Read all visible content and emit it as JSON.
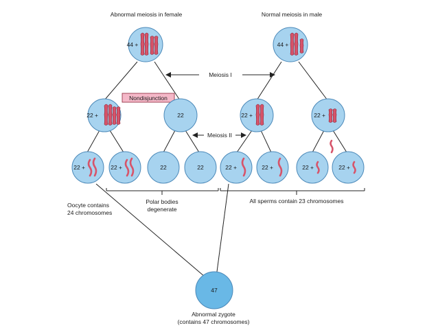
{
  "titles": {
    "female": "Abnormal meiosis in female",
    "male": "Normal meiosis in male"
  },
  "stage_labels": {
    "meiosis1": "Meiosis I",
    "meiosis2": "Meiosis II"
  },
  "nondisjunction": "Nondisjunction",
  "cells": {
    "female_top": "44 +",
    "female_mid_left": "22 +",
    "female_mid_right": "22",
    "female_gamete1": "22 +",
    "female_gamete2": "22 +",
    "female_gamete3": "22",
    "female_gamete4": "22",
    "male_top": "44 +",
    "male_mid_left": "22 +",
    "male_mid_right": "22 +",
    "male_gamete1": "22 +",
    "male_gamete2": "22 +",
    "male_gamete3": "22 +",
    "male_gamete4": "22 +",
    "zygote": "47"
  },
  "captions": {
    "oocyte_line1": "Oocyte contains",
    "oocyte_line2": "24 chromosomes",
    "polar_line1": "Polar bodies",
    "polar_line2": "degenerate",
    "sperms": "All sperms contain 23 chromosomes",
    "zygote_line1": "Abnormal zygote",
    "zygote_line2": "(contains 47 chromosomes)"
  },
  "colors": {
    "cell_fill": "#a7d3ef",
    "zygote_fill": "#69b8e6",
    "chromosome": "#d7546a",
    "nondisjunction_box": "#f4b8c8"
  }
}
